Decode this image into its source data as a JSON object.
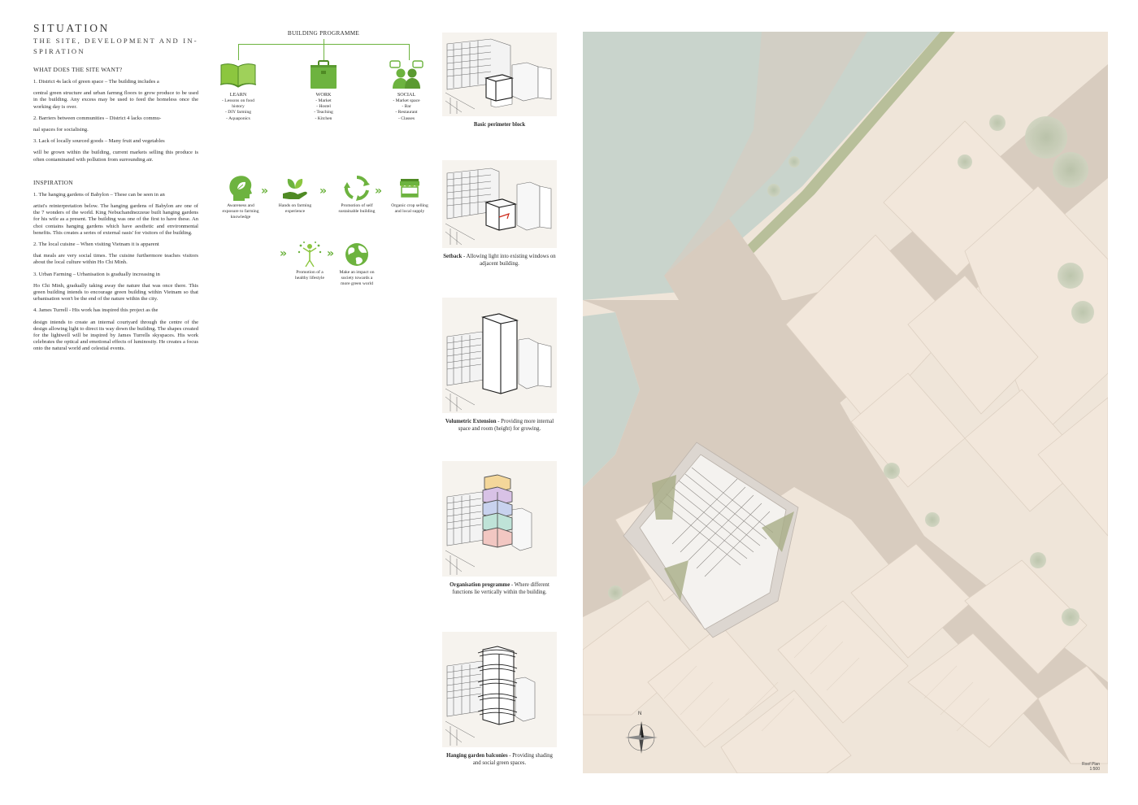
{
  "left": {
    "title": "SITUATION",
    "subtitle_line1": "THE SITE, DEVELOPMENT AND IN-",
    "subtitle_line2": "SPIRATION",
    "q_heading": "WHAT DOES THE SITE WANT?",
    "points": [
      {
        "lead": "1. District 4s lack of green space – The building includes a",
        "body": "central green structure and urban farmng floors to grow produce to be used in the building. Any excess may be used to feed the homeless once the working day is over."
      },
      {
        "lead": "2. Barriers between communities – District 4 lacks commu-",
        "body": "nal spaces for socialising."
      },
      {
        "lead": "3. Lack of locally sourced goods – Many fruit and vegetables",
        "body": "will be grown within the building, current markets selling this produce is often contaminated with pollution from surrounding air."
      }
    ],
    "insp_heading": "INSPIRATION",
    "inspirations": [
      {
        "lead": "1. The hanging gardens of Babylon – These can be seen in an",
        "body": "artist's reinterpretation below. The hanging gardens of Babylon are one of the 7 wonders of the world. King Nebuchandnezzeue built  hanging gardens for his wife as a present. The building was one of the first to have these. An choi contains hanging gardens which have aesthetic and environmental benefits. This creates a series of external oasis' for visitors of the building."
      },
      {
        "lead": "2. The local cuisine – When visiting Vietnam it is apparent",
        "body": "that meals are very social times. The cuisine furthermore teaches visitors about the local culture within Ho Chi Minh."
      },
      {
        "lead": "3. Urban Farming – Urbanisation is gradually increasing in",
        "body": "Ho Chi Minh, gradually taking away the nature that was once there. This green building intends to encourage green building within Vietnam so that urbanisation won't be the end of the nature within the city."
      },
      {
        "lead": "4. James Turrell - His work has inspired this project as the",
        "body": "design intends to create an internal courtyard through the centre of the design allowing light to direct its way down the building. The shapes created for the lightwell will be inspired by James Turrells skyspaces. His work celebrates the optical and emotional effects of luminosity. He creates a focus onto the natural world and celestial events."
      }
    ]
  },
  "programme": {
    "title": "BUILDING PROGRAMME",
    "items": [
      {
        "icon": "book-icon",
        "head": "LEARN",
        "lines": [
          "- Lessons on food",
          "history",
          "- DIY farming",
          "- Aquaponics"
        ]
      },
      {
        "icon": "briefcase-icon",
        "head": "WORK",
        "lines": [
          "- Market",
          "- Hostel",
          "- Teaching",
          "- Kitchen"
        ]
      },
      {
        "icon": "people-chat-icon",
        "head": "SOCIAL",
        "lines": [
          "- Market space",
          "- Bar",
          "- Restaurant",
          "- Classes"
        ]
      }
    ],
    "steps": [
      {
        "icon": "head-leaf-icon",
        "label": [
          "Awareness and",
          "exposure to farming",
          "knowledge"
        ]
      },
      {
        "icon": "hand-plant-icon",
        "label": [
          "Hands on farming",
          "experience"
        ]
      },
      {
        "icon": "recycle-icon",
        "label": [
          "Promotion of self",
          "sustainable building"
        ]
      },
      {
        "icon": "market-stall-icon",
        "label": [
          "Organic crop selling",
          "and local supply"
        ]
      },
      {
        "icon": "healthy-figure-icon",
        "label": [
          "Promotion of a",
          "healthy lifestyle"
        ]
      },
      {
        "icon": "globe-icon",
        "label": [
          "Make an impact on",
          "society towards a",
          "more green world"
        ]
      }
    ],
    "chevron": "»",
    "accent": "#6db33f"
  },
  "massing": [
    {
      "bold": "Basic perimeter block",
      "rest": ""
    },
    {
      "bold": "Setback",
      "rest": " - Allowing light into existing windows on adjacent building."
    },
    {
      "bold": "Volumetric Extension",
      "rest": " - Providing more internal space and room (height) for growing."
    },
    {
      "bold": "Organisation programme",
      "rest": " - Where different functions lie vertically within the building."
    },
    {
      "bold": "Hanging garden balconies",
      "rest": " - Providing shading and social green spaces."
    }
  ],
  "site": {
    "north_label": "N",
    "plan_label": "Roof Plan",
    "scale": "1:500"
  }
}
